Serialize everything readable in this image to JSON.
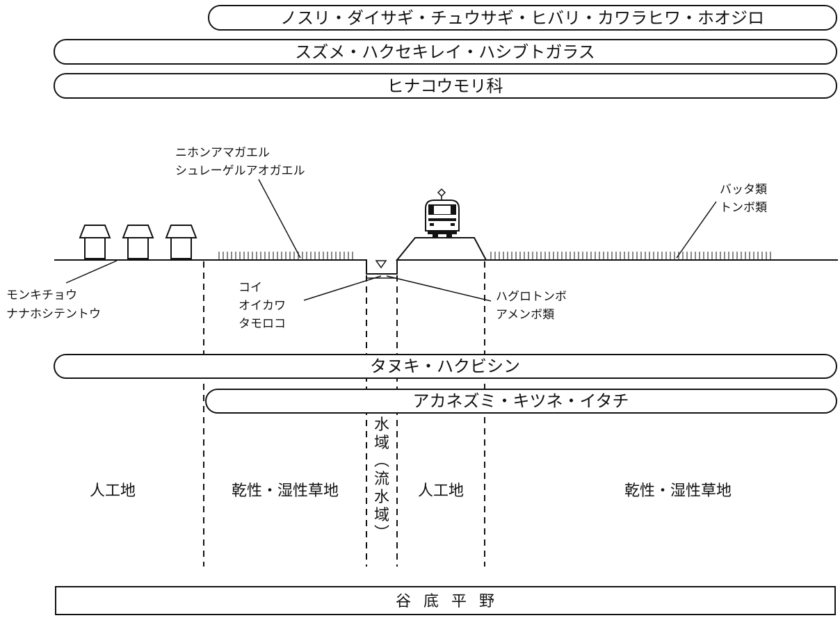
{
  "species_bars": {
    "birds_open": "ノスリ・ダイサギ・チュウサギ・ヒバリ・カワラヒワ・ホオジロ",
    "birds_urban": "スズメ・ハクセキレイ・ハシブトガラス",
    "bats": "ヒナコウモリ科",
    "mammals_wide": "タヌキ・ハクビシン",
    "mammals_grass": "アカネズミ・キツネ・イタチ"
  },
  "labels": {
    "frogs": [
      "ニホンアマガエル",
      "シュレーゲルアオガエル"
    ],
    "grasshoppers": [
      "バッタ類",
      "トンボ類"
    ],
    "butterflies": [
      "モンキチョウ",
      "ナナホシテントウ"
    ],
    "fish": [
      "コイ",
      "オイカワ",
      "タモロコ"
    ],
    "water_insects": [
      "ハグロトンボ",
      "アメンボ類"
    ]
  },
  "zones": {
    "artificial_left": "人工地",
    "grass_left": "乾性・湿性草地",
    "water": "水域（流水域）",
    "artificial_right": "人工地",
    "grass_right": "乾性・湿性草地"
  },
  "base_label": "谷底平野"
}
